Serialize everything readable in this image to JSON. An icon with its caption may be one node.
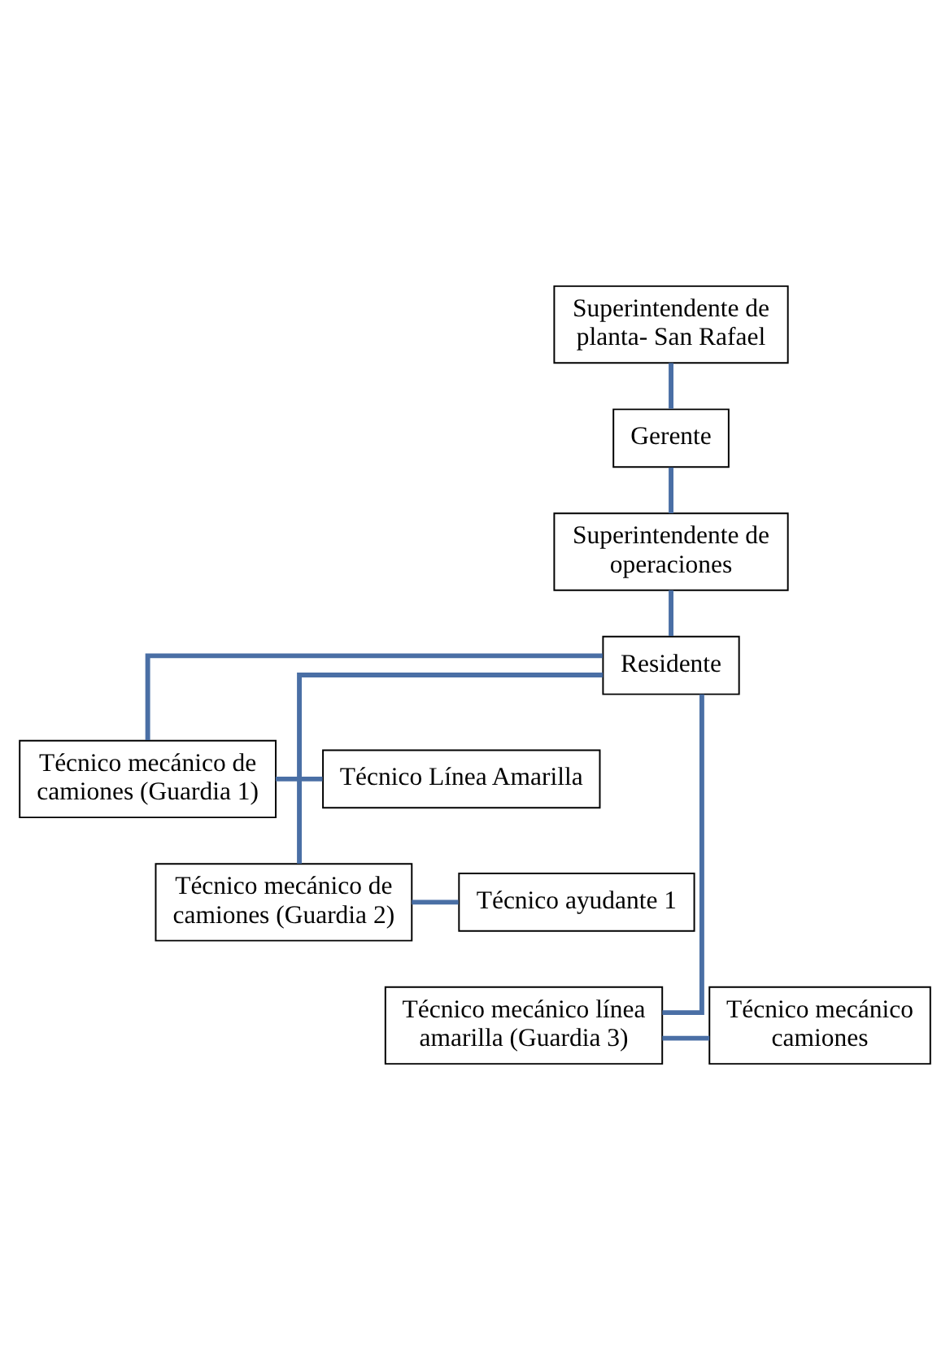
{
  "diagram": {
    "nodes": [
      {
        "text": [
          "Superintendente de planta- San Rafael"
        ]
      },
      {
        "text": [
          "Gerente"
        ]
      },
      {
        "text": [
          "Superintendente de operaciones"
        ]
      },
      {
        "text": [
          "Residente"
        ]
      },
      {
        "text": [
          "Técnico mecánico de camiones (Guardia 1)"
        ]
      },
      {
        "text": [
          "Técnico Línea Amarilla"
        ]
      },
      {
        "text": [
          "Técnico mecánico de camiones (Guardia 2)"
        ]
      },
      {
        "text": [
          "Técnico ayudante 1"
        ]
      },
      {
        "text": [
          "Técnico mecánico línea amarilla (Guardia 3)"
        ]
      },
      {
        "text": [
          "Técnico mecánico camiones"
        ]
      }
    ],
    "edges": [
      {
        "from": 0,
        "to": 1,
        "arrow": "none"
      },
      {
        "from": 1,
        "to": 2,
        "arrow": "none"
      },
      {
        "from": 2,
        "to": 3,
        "arrow": "none"
      },
      {
        "from": 3,
        "to": 4,
        "arrow": "none"
      },
      {
        "from": 3,
        "to": 6,
        "arrow": "none"
      },
      {
        "from": 3,
        "to": 8,
        "arrow": "none"
      },
      {
        "from": 4,
        "to": 5,
        "arrow": "none"
      },
      {
        "from": 6,
        "to": 7,
        "arrow": "none"
      },
      {
        "from": 8,
        "to": 9,
        "arrow": "none"
      }
    ]
  }
}
